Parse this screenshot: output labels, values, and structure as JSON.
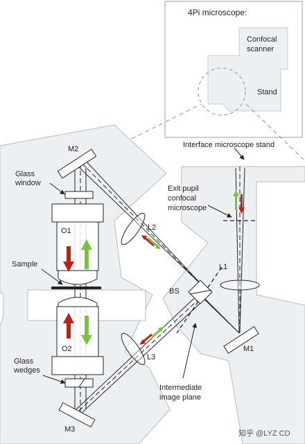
{
  "inset": {
    "title": "4Pi microscope:",
    "confocal_line1": "Confocal",
    "confocal_line2": "scanner",
    "stand": "Stand"
  },
  "labels": {
    "interface_stand": "Interface microscope stand",
    "m2": "M2",
    "glass_window_1": "Glass",
    "glass_window_2": "window",
    "exit_pupil_1": "Exit pupil",
    "exit_pupil_2": "confocal",
    "exit_pupil_3": "microscope",
    "o1": "O1",
    "l2": "L2",
    "l1": "L1",
    "sample": "Sample",
    "bs": "BS",
    "o2": "O2",
    "m1": "M1",
    "l3": "L3",
    "glass_wedges_1": "Glass",
    "glass_wedges_2": "wedges",
    "intermediate_1": "Intermediate",
    "intermediate_2": "image plane",
    "m3": "M3"
  },
  "watermark": "知乎 @LYZ CD",
  "colors": {
    "green_arrow": "#7ac143",
    "red_arrow": "#b5241c",
    "stand_fill": "#eef0f2",
    "outline": "#9ea3a8"
  }
}
